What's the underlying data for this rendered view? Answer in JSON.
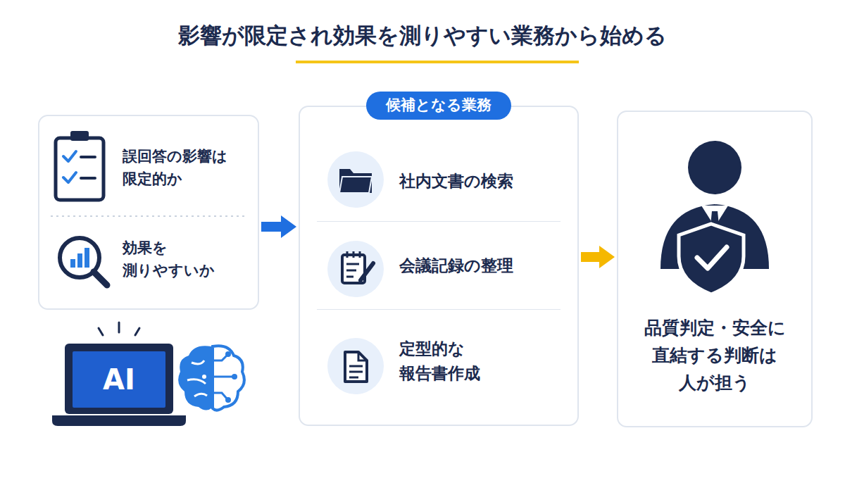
{
  "diagram": {
    "title": "影響が限定され効果を測りやすい業務から始める",
    "nodes": [
      {
        "text": [
          "誤回答の影響は 限定的か",
          "効果を 測りやすいか"
        ]
      },
      {
        "text": [
          "候補となる業務"
        ]
      },
      {
        "text": [
          "社内文書の検索"
        ],
        "in": 1
      },
      {
        "text": [
          "会議記録の整理"
        ],
        "in": 1
      },
      {
        "text": [
          "定型的な 報告書作成"
        ],
        "in": 1
      },
      {
        "text": [
          "品質判定・安全に 直結する判断は 人が担う"
        ]
      }
    ],
    "edges": [
      {
        "from": 0,
        "to": 1,
        "arrow": "to"
      },
      {
        "from": 1,
        "to": 5,
        "arrow": "to"
      }
    ],
    "labels": [
      "AI"
    ]
  }
}
